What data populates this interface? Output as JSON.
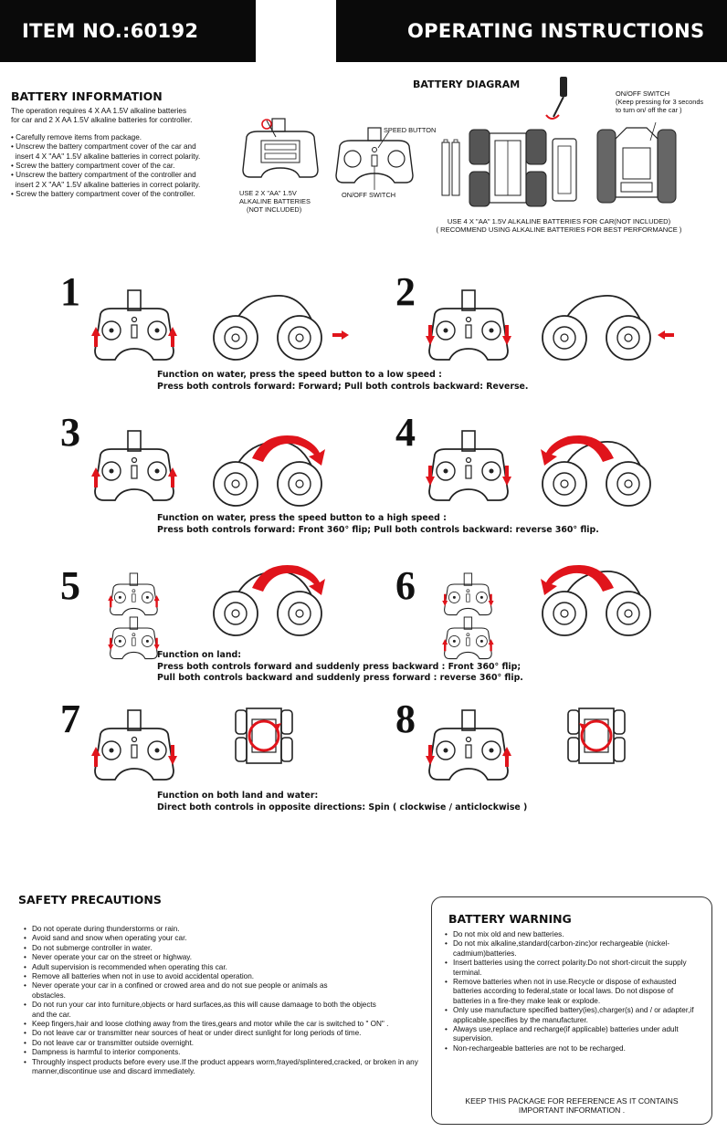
{
  "header": {
    "item_no": "ITEM NO.:60192",
    "operating_instructions": "OPERATING INSTRUCTIONS"
  },
  "battery_info": {
    "title": "BATTERY INFORMATION",
    "intro_1": "The operation requires 4 X AA 1.5V alkaline batteries",
    "intro_2": "for car and 2 X AA 1.5V alkaline batteries for controller.",
    "steps": [
      "Carefully remove items from package.",
      "Unscrew the battery compartment cover of the car and",
      "insert 4 X \"AA\" 1.5V alkaline batteries in correct polarity.",
      "Screw the battery compartment cover of the car.",
      "Unscrew the battery compartment of the controller and",
      "insert 2 X \"AA\" 1.5V alkaline batteries in correct polarity.",
      "Screw the battery compartment cover of the controller."
    ]
  },
  "controller_diagram": {
    "label_use_1": "USE 2 X \"AA\" 1.5V",
    "label_use_2": "ALKALINE BATTERIES",
    "label_use_3": "(NOT INCLUDED)",
    "speed_button": "SPEED BUTTON",
    "onoff_switch": "ON/OFF SWITCH"
  },
  "battery_diagram": {
    "title": "BATTERY DIAGRAM",
    "switch_1": "ON/OFF SWITCH",
    "switch_2": "(Keep pressing for 3 seconds",
    "switch_3": "to turn on/ off the car )",
    "note_1": "USE 4 X \"AA\" 1.5V ALKALINE BATTERIES FOR CAR(NOT INCLUDED)",
    "note_2": "( RECOMMEND USING ALKALINE BATTERIES FOR BEST PERFORMANCE )"
  },
  "steps": {
    "n1": "1",
    "n2": "2",
    "n3": "3",
    "n4": "4",
    "n5": "5",
    "n6": "6",
    "n7": "7",
    "n8": "8",
    "f12_1": "Function on water, press the speed button to a low speed :",
    "f12_2": "Press both controls forward: Forward; Pull both controls backward: Reverse.",
    "f34_1": "Function on water, press the speed button to a high speed :",
    "f34_2": "Press both controls forward: Front 360° flip; Pull both controls backward: reverse 360° flip.",
    "f56_1": "Function on land:",
    "f56_2": "Press both controls forward and suddenly press backward : Front 360° flip;",
    "f56_3": "Pull both controls backward and suddenly press forward : reverse 360° flip.",
    "f78_1": "Function on both land and water:",
    "f78_2": "Direct both controls in opposite directions: Spin ( clockwise / anticlockwise )"
  },
  "safety": {
    "title": "SAFETY PRECAUTIONS",
    "items": [
      "Do not operate during thunderstorms or rain.",
      "Avoid sand and snow when operating your car.",
      "Do not submerge controller in water.",
      "Never operate your car on the street or highway.",
      "Adult supervision is recommended when operating this car.",
      "Remove all batteries when not in use to avoid accidental operation.",
      "Never operate your car in a confined or crowed area and do not sue people or animals as obstacles.",
      "Do not run your car into furniture,objects or hard surfaces,as this will cause damaage to both the objects and the car.",
      "Keep fingers,hair and loose clothing away from the tires,gears and motor while the car is switched to \" ON\" .",
      "Do not leave car or transmitter near sources of heat or under direct sunlight for long periods of time.",
      "Do not leave car or transmitter outside overnight.",
      "Dampness is harmful to interior components.",
      "Throughly inspect products before every use.If the product appears worm,frayed/splintered,cracked, or broken in any manner,discontinue use and discard immediately."
    ]
  },
  "warning": {
    "title": "BATTERY WARNING",
    "items": [
      "Do not mix old and new batteries.",
      "Do not mix alkaline,standard(carbon-zinc)or rechargeable (nickel-cadmium)batteries.",
      "Insert batteries using the correct polarity.Do not short-circuit the supply terminal.",
      "Remove batteries when not in use.Recycle or dispose of exhausted batteries according to federal,state or local laws. Do not dispose of batteries in a fire-they make leak or explode.",
      "Only use manufacture specified battery(ies),charger(s) and / or adapter,if applicable,specifies by the manufacturer.",
      "Always use,replace and recharge(if applicable) batteries under adult supervision.",
      "Non-rechargeable batteries are not to be recharged."
    ]
  },
  "footer": {
    "line_1": "KEEP THIS PACKAGE FOR REFERENCE AS IT CONTAINS",
    "line_2": "IMPORTANT INFORMATION ."
  },
  "colors": {
    "header_bg": "#0a0a0a",
    "arrow_red": "#e0141b"
  }
}
